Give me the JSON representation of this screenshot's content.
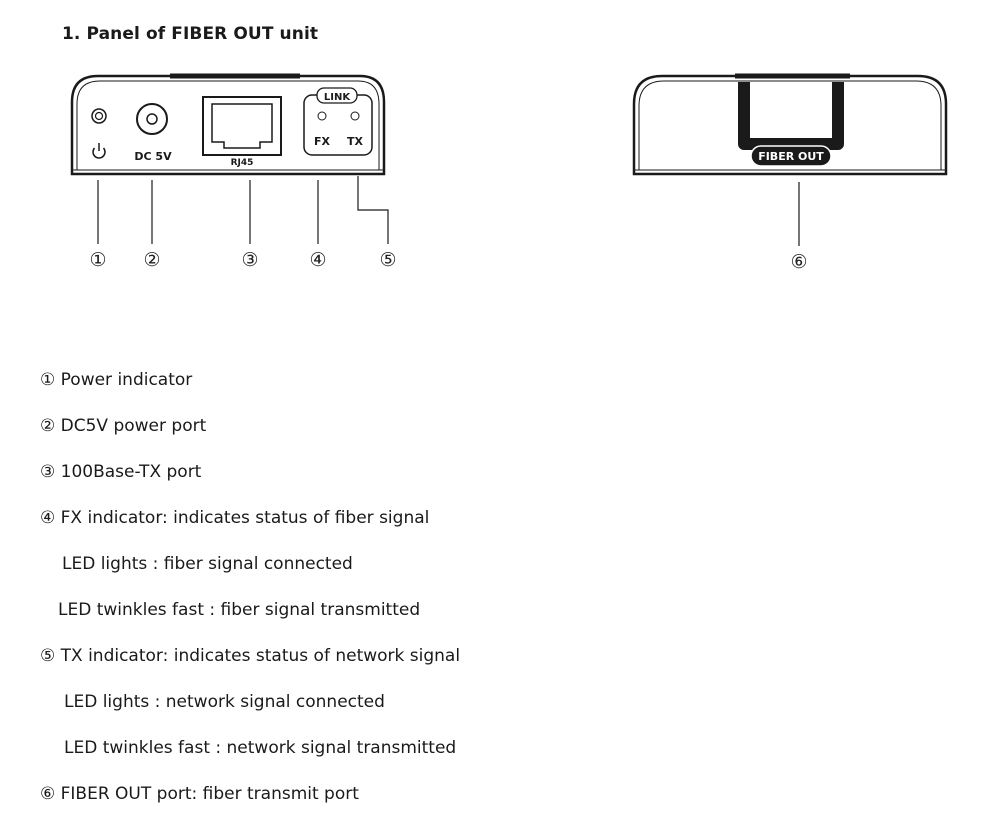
{
  "title": "1. Panel of FIBER OUT unit",
  "panel_front": {
    "dc_label": "DC 5V",
    "rj45_label": "RJ45",
    "link_label": "LINK",
    "fx_label": "FX",
    "tx_label": "TX"
  },
  "panel_back": {
    "fiber_label": "FIBER OUT"
  },
  "callouts": [
    "①",
    "②",
    "③",
    "④",
    "⑤",
    "⑥"
  ],
  "legend": [
    "① Power indicator",
    "② DC5V power port",
    "③ 100Base-TX port",
    "④ FX indicator: indicates status of fiber signal",
    "LED lights : fiber signal connected",
    "LED twinkles fast : fiber signal transmitted",
    "⑤ TX indicator: indicates status of network signal",
    "LED lights : network signal connected",
    "LED twinkles fast : network signal transmitted",
    "⑥ FIBER OUT port: fiber transmit port"
  ]
}
